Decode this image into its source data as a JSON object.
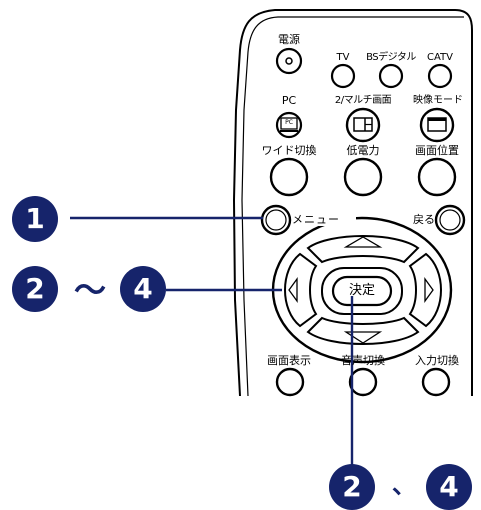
{
  "remote": {
    "row1": {
      "power": "電源",
      "tv": "TV",
      "bs": "BSデジタル",
      "catv": "CATV"
    },
    "row2": {
      "pc": "PC",
      "multi": "2/マルチ画面",
      "video_mode": "映像モード",
      "pc_icon_text": "PC"
    },
    "row3": {
      "wide": "ワイド切換",
      "low_power": "低電力",
      "screen_position": "画面位置"
    },
    "row4": {
      "menu": "メニュー",
      "back": "戻る"
    },
    "center": {
      "enter": "決定"
    },
    "row5": {
      "display": "画面表示",
      "audio": "音声切換",
      "input": "入力切換"
    }
  },
  "callouts": {
    "a": "1",
    "b_start": "2",
    "b_range": "〜",
    "b_end": "4",
    "c_start": "2",
    "c_sep": "、",
    "c_end": "4"
  },
  "colors": {
    "callout": "#16246b",
    "outline": "#000000"
  }
}
